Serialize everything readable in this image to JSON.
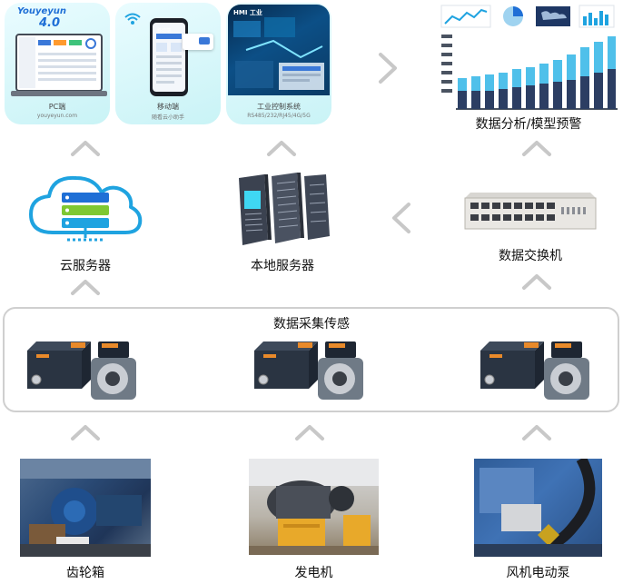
{
  "top": {
    "pc_card": {
      "brand": "Youyeyun",
      "version": "4.0",
      "caption": "PC端",
      "url": "youyeyun.com"
    },
    "mobile_card": {
      "screen_title": "移动端",
      "caption": "移动端",
      "subcaption": "随看云小助手"
    },
    "industrial_card": {
      "banner": "HMI 工业",
      "caption": "工业控制系统",
      "subcaption": "RS485/232/RJ45/4G/5G"
    },
    "analysis": {
      "caption": "数据分析/模型预警"
    }
  },
  "middle": {
    "cloud": {
      "caption": "云服务器"
    },
    "local": {
      "caption": "本地服务器"
    },
    "switch": {
      "caption": "数据交换机"
    }
  },
  "sensing": {
    "title": "数据采集传感"
  },
  "equipment": {
    "gearbox": {
      "caption": "齿轮箱"
    },
    "generator": {
      "caption": "发电机"
    },
    "fan_pump": {
      "caption": "风机电动泵"
    }
  },
  "colors": {
    "chevron": "#c8c8c8",
    "accent": "#1fa3e0",
    "dark_bar": "#2c3e63"
  }
}
